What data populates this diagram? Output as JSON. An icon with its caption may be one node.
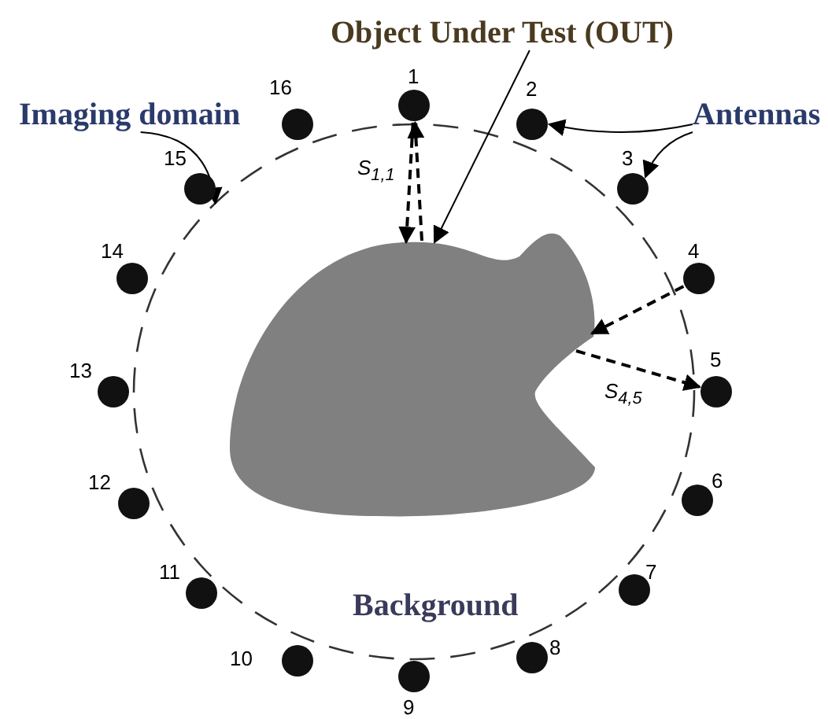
{
  "diagram": {
    "nodes": [
      {
        "text": [],
        "shape": "circle",
        "beside": [
          "1"
        ]
      },
      {
        "text": [],
        "shape": "circle",
        "beside": [
          "2"
        ]
      },
      {
        "text": [],
        "shape": "circle",
        "beside": [
          "3"
        ]
      },
      {
        "text": [],
        "shape": "circle",
        "beside": [
          "4"
        ]
      },
      {
        "text": [],
        "shape": "circle",
        "beside": [
          "5"
        ]
      },
      {
        "text": [],
        "shape": "circle",
        "beside": [
          "6"
        ]
      },
      {
        "text": [],
        "shape": "circle",
        "beside": [
          "7"
        ]
      },
      {
        "text": [],
        "shape": "circle",
        "beside": [
          "8"
        ]
      },
      {
        "text": [],
        "shape": "circle",
        "beside": [
          "9"
        ]
      },
      {
        "text": [],
        "shape": "circle",
        "beside": [
          "10"
        ]
      },
      {
        "text": [],
        "shape": "circle",
        "beside": [
          "11"
        ]
      },
      {
        "text": [],
        "shape": "circle",
        "beside": [
          "12"
        ]
      },
      {
        "text": [],
        "shape": "circle",
        "beside": [
          "13"
        ]
      },
      {
        "text": [],
        "shape": "circle",
        "beside": [
          "14"
        ]
      },
      {
        "text": [],
        "shape": "circle",
        "beside": [
          "15"
        ]
      },
      {
        "text": [],
        "shape": "circle",
        "beside": [
          "16"
        ]
      },
      {
        "text": [],
        "shape": "blob",
        "in": 17
      },
      {
        "text": [],
        "shape": "circle"
      },
      {
        "text": [
          "Object Under Test (OUT)"
        ]
      },
      {
        "text": [
          "Imaging domain"
        ]
      },
      {
        "text": [
          "Antennas"
        ]
      }
    ],
    "edges": [
      {
        "from": 0,
        "to": 16,
        "arrow": "to",
        "style": "dashed",
        "label": "S$_{1,1}$"
      },
      {
        "from": 16,
        "to": 0,
        "arrow": "to",
        "style": "dashed"
      },
      {
        "from": 3,
        "to": 16,
        "arrow": "to",
        "style": "dashed"
      },
      {
        "from": 16,
        "to": 4,
        "arrow": "to",
        "style": "dashed",
        "label": "S$_{4,5}$"
      },
      {
        "from": 18,
        "to": 16,
        "arrow": "to"
      },
      {
        "from": 19,
        "to": 17,
        "arrow": "to"
      },
      {
        "from": 20,
        "to": 1,
        "arrow": "to"
      },
      {
        "from": 20,
        "to": 2,
        "arrow": "to"
      }
    ],
    "labels": [
      "Background"
    ]
  }
}
